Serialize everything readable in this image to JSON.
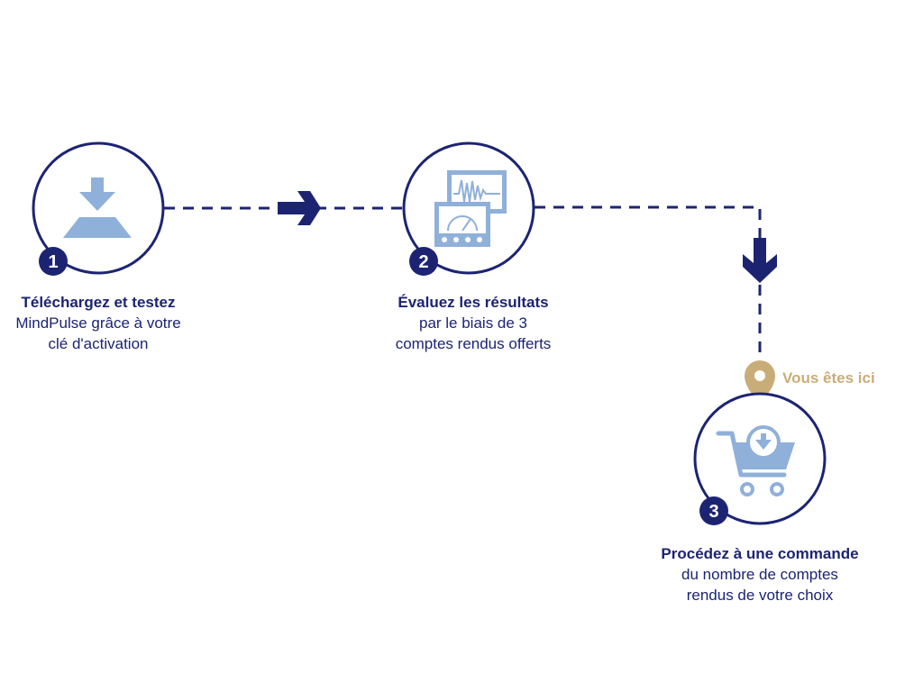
{
  "colors": {
    "navy": "#1c2472",
    "light_blue": "#8fb0d9",
    "gold": "#c9ad78",
    "white": "#ffffff"
  },
  "steps": [
    {
      "number": "1",
      "icon": "download-icon",
      "title": "Téléchargez et testez",
      "lines": [
        "MindPulse grâce à votre",
        "clé d'activation"
      ]
    },
    {
      "number": "2",
      "icon": "monitors-icon",
      "title": "Évaluez les résultats",
      "lines": [
        "par le biais de 3",
        "comptes rendus offerts"
      ]
    },
    {
      "number": "3",
      "icon": "shopping-cart-download-icon",
      "title": "Procédez à une commande",
      "lines": [
        "du nombre de comptes",
        "rendus de votre choix"
      ]
    }
  ],
  "current_marker": {
    "icon": "location-pin-icon",
    "label": "Vous êtes ici"
  }
}
